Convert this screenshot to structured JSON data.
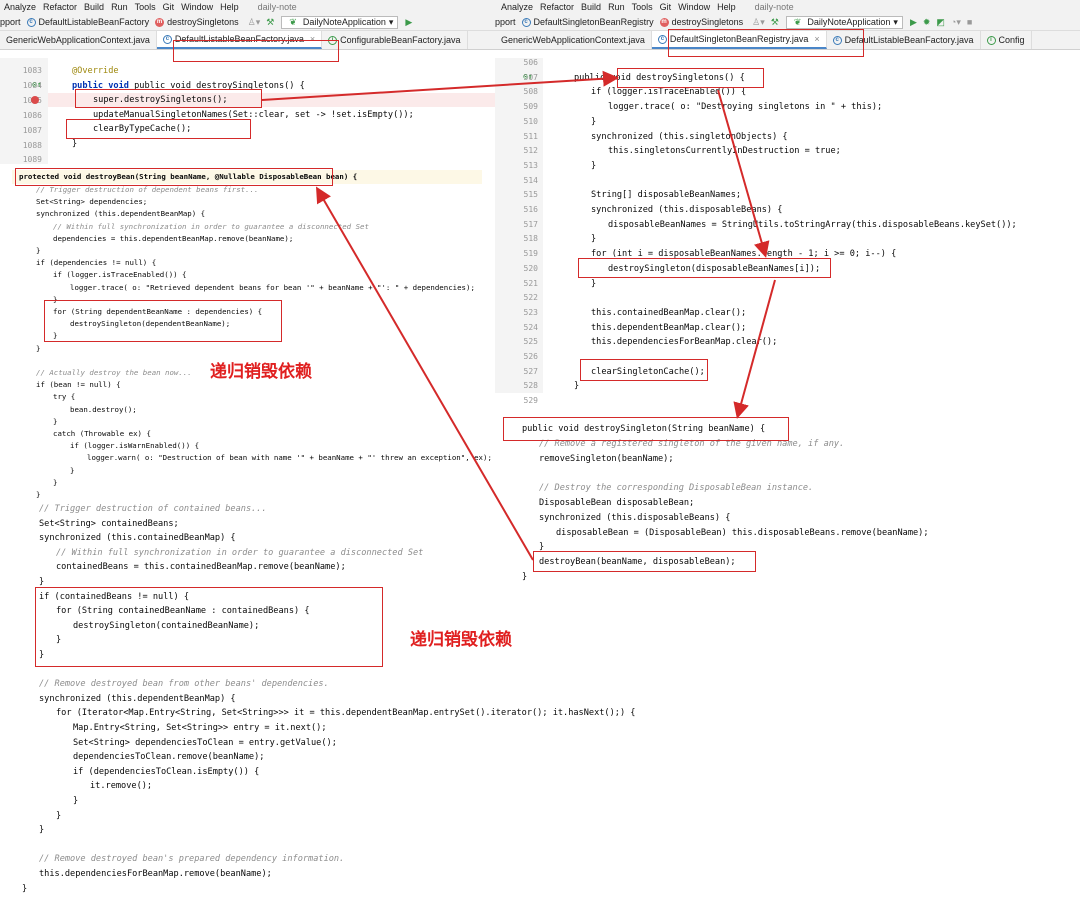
{
  "left": {
    "menu": [
      "Analyze",
      "Refactor",
      "Build",
      "Run",
      "Tools",
      "Git",
      "Window",
      "Help"
    ],
    "project": "daily-note",
    "breadcrumb": [
      "pport",
      "DefaultListableBeanFactory",
      "destroySingletons"
    ],
    "run_config": "DailyNoteApplication",
    "tabs": [
      "GenericWebApplicationContext.java",
      "DefaultListableBeanFactory.java",
      "ConfigurableBeanFactory.java"
    ],
    "line_numbers": [
      "1083",
      "1084",
      "1085",
      "1086",
      "1087",
      "1088",
      "1089"
    ],
    "code_top": [
      "@Override",
      "public void destroySingletons() {",
      "super.destroySingletons();",
      "updateManualSingletonNames(Set::clear, set -> !set.isEmpty());",
      "clearByTypeCache();",
      "}"
    ],
    "method_sig": "protected void destroyBean(String beanName, @Nullable DisposableBean bean) {",
    "code_small": [
      "// Trigger destruction of dependent beans first...",
      "Set<String> dependencies;",
      "synchronized (this.dependentBeanMap) {",
      "// Within full synchronization in order to guarantee a disconnected Set",
      "dependencies = this.dependentBeanMap.remove(beanName);",
      "}",
      "if (dependencies != null) {",
      "if (logger.isTraceEnabled()) {",
      "logger.trace( o: \"Retrieved dependent beans for bean '\" + beanName + \"': \" + dependencies);",
      "}",
      "for (String dependentBeanName : dependencies) {",
      "destroySingleton(dependentBeanName);",
      "}",
      "}",
      "",
      "// Actually destroy the bean now...",
      "if (bean != null) {",
      "try {",
      "bean.destroy();",
      "}",
      "catch (Throwable ex) {",
      "if (logger.isWarnEnabled()) {",
      "logger.warn( o: \"Destruction of bean with name '\" + beanName + \"' threw an exception\", ex);",
      "}",
      "}",
      "}"
    ],
    "code_bottom": [
      "// Trigger destruction of contained beans...",
      "Set<String> containedBeans;",
      "synchronized (this.containedBeanMap) {",
      "// Within full synchronization in order to guarantee a disconnected Set",
      "containedBeans = this.containedBeanMap.remove(beanName);",
      "}",
      "if (containedBeans != null) {",
      "for (String containedBeanName : containedBeans) {",
      "destroySingleton(containedBeanName);",
      "}",
      "}",
      "",
      "// Remove destroyed bean from other beans' dependencies.",
      "synchronized (this.dependentBeanMap) {",
      "for (Iterator<Map.Entry<String, Set<String>>> it = this.dependentBeanMap.entrySet().iterator(); it.hasNext();) {",
      "Map.Entry<String, Set<String>> entry = it.next();",
      "Set<String> dependenciesToClean = entry.getValue();",
      "dependenciesToClean.remove(beanName);",
      "if (dependenciesToClean.isEmpty()) {",
      "it.remove();",
      "}",
      "}",
      "}",
      "",
      "// Remove destroyed bean's prepared dependency information.",
      "this.dependenciesForBeanMap.remove(beanName);",
      "}"
    ],
    "annotation_1": "递归销毁依赖",
    "annotation_2": "递归销毁依赖"
  },
  "right": {
    "menu": [
      "Analyze",
      "Refactor",
      "Build",
      "Run",
      "Tools",
      "Git",
      "Window",
      "Help"
    ],
    "project": "daily-note",
    "breadcrumb": [
      "pport",
      "DefaultSingletonBeanRegistry",
      "destroySingletons"
    ],
    "run_config": "DailyNoteApplication",
    "tabs": [
      "GenericWebApplicationContext.java",
      "DefaultSingletonBeanRegistry.java",
      "DefaultListableBeanFactory.java",
      "Config"
    ],
    "line_numbers": [
      "506",
      "507",
      "508",
      "509",
      "510",
      "511",
      "512",
      "513",
      "514",
      "515",
      "516",
      "517",
      "518",
      "519",
      "520",
      "521",
      "522",
      "523",
      "524",
      "525",
      "526",
      "527",
      "528",
      "529"
    ],
    "code": [
      "",
      "public void destroySingletons() {",
      "if (logger.isTraceEnabled()) {",
      "logger.trace( o: \"Destroying singletons in \" + this);",
      "}",
      "synchronized (this.singletonObjects) {",
      "this.singletonsCurrentlyInDestruction = true;",
      "}",
      "",
      "String[] disposableBeanNames;",
      "synchronized (this.disposableBeans) {",
      "disposableBeanNames = StringUtils.toStringArray(this.disposableBeans.keySet());",
      "}",
      "for (int i = disposableBeanNames.length - 1; i >= 0; i--) {",
      "destroySingleton(disposableBeanNames[i]);",
      "}",
      "",
      "this.containedBeanMap.clear();",
      "this.dependentBeanMap.clear();",
      "this.dependenciesForBeanMap.clear();",
      "",
      "clearSingletonCache();",
      "}",
      ""
    ],
    "code2": [
      "public void destroySingleton(String beanName) {",
      "// Remove a registered singleton of the given name, if any.",
      "removeSingleton(beanName);",
      "",
      "// Destroy the corresponding DisposableBean instance.",
      "DisposableBean disposableBean;",
      "synchronized (this.disposableBeans) {",
      "disposableBean = (DisposableBean) this.disposableBeans.remove(beanName);",
      "}",
      "destroyBean(beanName, disposableBean);",
      "}"
    ]
  },
  "colors": {
    "box": "#d42a2a",
    "keyword": "#0033b3",
    "field": "#871094",
    "comment": "#8c8c8c",
    "string": "#067d17"
  }
}
